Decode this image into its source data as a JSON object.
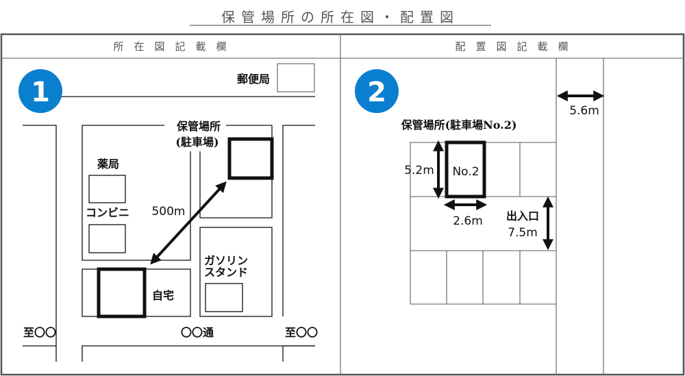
{
  "title": "保管場所の所在図・配置図",
  "location_panel": {
    "header": "所　在　図　記　載　欄",
    "badge": "1",
    "post_office": "郵便局",
    "storage_label_line1": "保管場所",
    "storage_label_line2": "(駐車場)",
    "pharmacy": "薬局",
    "convenience_store": "コンビニ",
    "distance": "500m",
    "gas_station_line1": "ガソリン",
    "gas_station_line2": "スタンド",
    "home": "自宅",
    "to_left": "至〇〇",
    "street": "〇〇通",
    "to_right": "至〇〇"
  },
  "layout_panel": {
    "header": "配　置　図　記　載　欄",
    "badge": "2",
    "road_width": "5.6m",
    "storage_label": "保管場所(駐車場No.2)",
    "space_label": "No.2",
    "space_length": "5.2m",
    "space_width": "2.6m",
    "entrance_label": "出入口",
    "entrance_width": "7.5m"
  },
  "colors": {
    "badge": "#0a7fcf",
    "frame": "#555555"
  }
}
